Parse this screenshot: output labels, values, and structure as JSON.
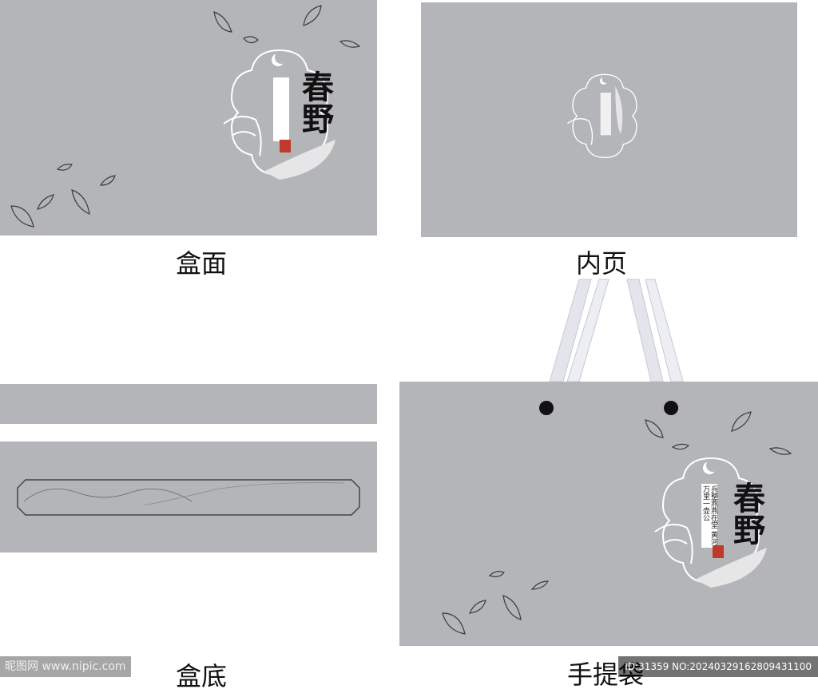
{
  "labels": {
    "box_top": "盒面",
    "inner_page": "内页",
    "box_bottom": "盒底",
    "tote_bag": "手提袋"
  },
  "emblem": {
    "title": "春野",
    "poem_line_1": "兵整燕燕在堂",
    "poem_line_2": "黄河万里一壶公"
  },
  "watermark": {
    "left": "昵图网 www.nipic.com",
    "right": "ID:31359 NO:20240329162809431100"
  },
  "colors": {
    "panel": "#b3b5b9",
    "seal": "#c0392b"
  }
}
